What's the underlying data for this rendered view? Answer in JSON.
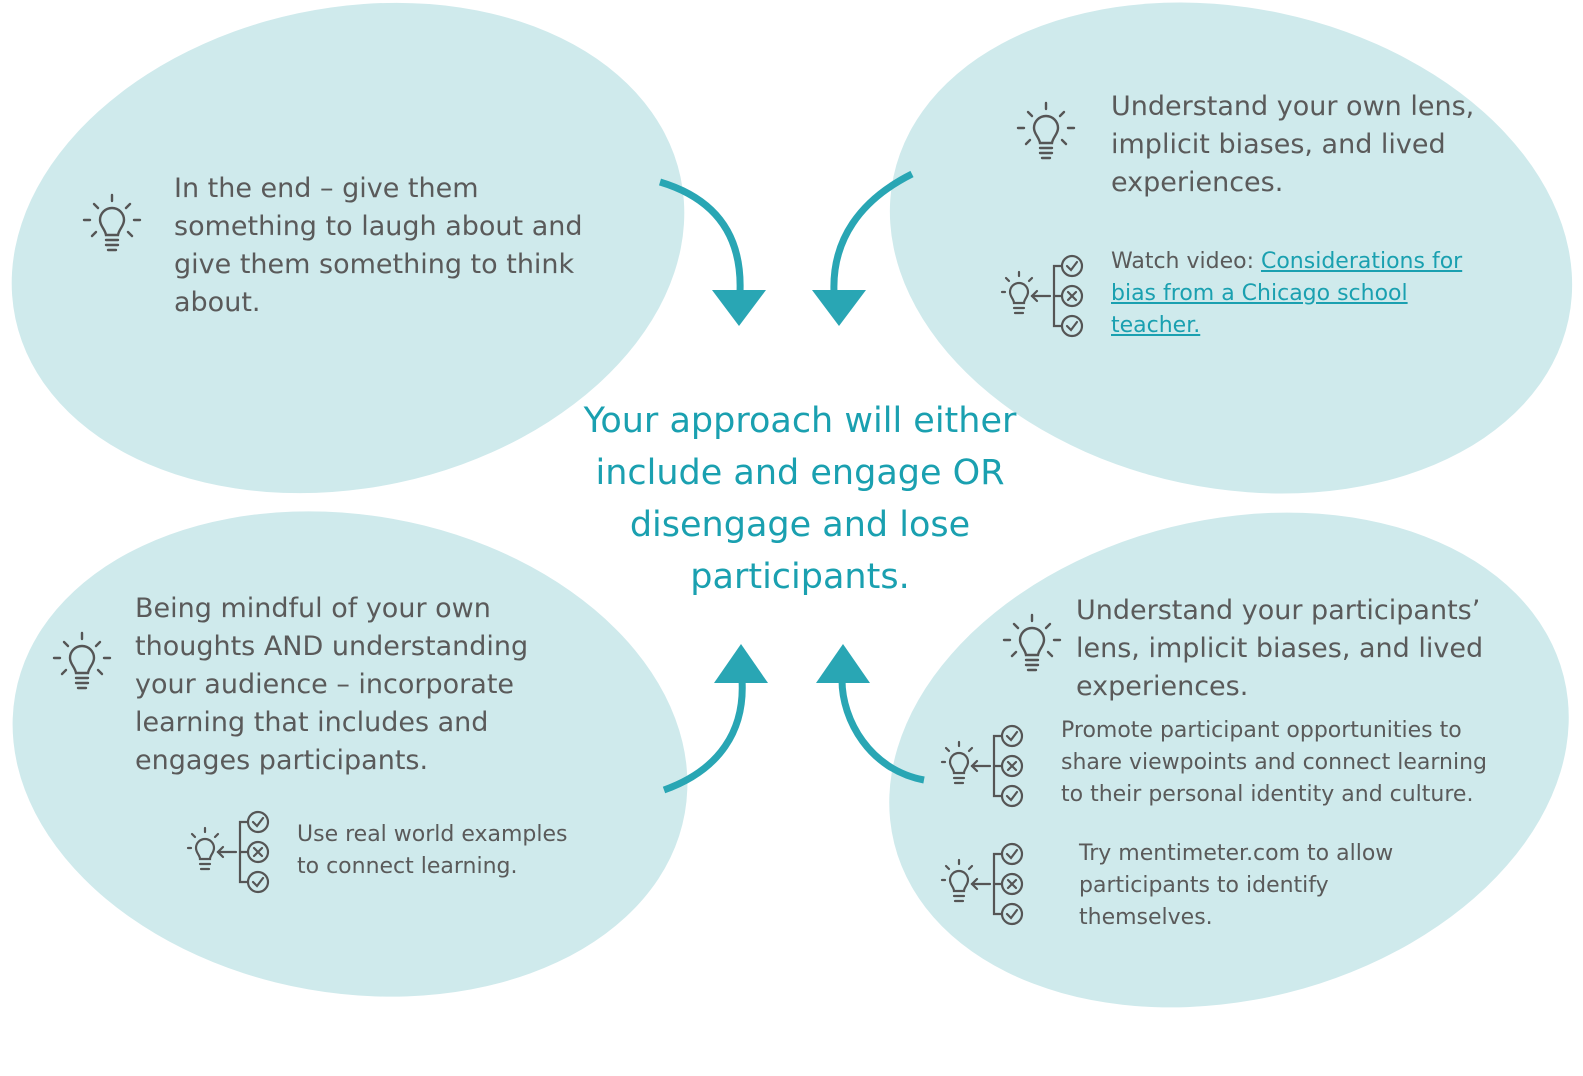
{
  "center": {
    "text": "Your approach will either include and engage OR disengage and lose participants."
  },
  "top_left": {
    "text": "In the end – give them something to laugh about and give them something to think about."
  },
  "top_right": {
    "text": "Understand your own lens, implicit biases, and lived experiences.",
    "video_prefix": "Watch video: ",
    "video_link": "Considerations for bias from a Chicago school teacher."
  },
  "bottom_left": {
    "text": "Being mindful of your own thoughts AND understanding your audience – incorporate learning that includes and engages participants.",
    "tip": "Use real world examples to connect learning."
  },
  "bottom_right": {
    "text": "Understand your participants’ lens, implicit biases, and lived experiences.",
    "tip1": "Promote participant opportunities to share viewpoints and connect learning to their personal identity and culture.",
    "tip2": "Try mentimeter.com to allow participants to identify themselves."
  },
  "colors": {
    "ellipse": "#cfeaec",
    "accent": "#1aa0b0",
    "arrow": "#29a6b4",
    "text": "#5a5a5a",
    "icon": "#555555"
  }
}
